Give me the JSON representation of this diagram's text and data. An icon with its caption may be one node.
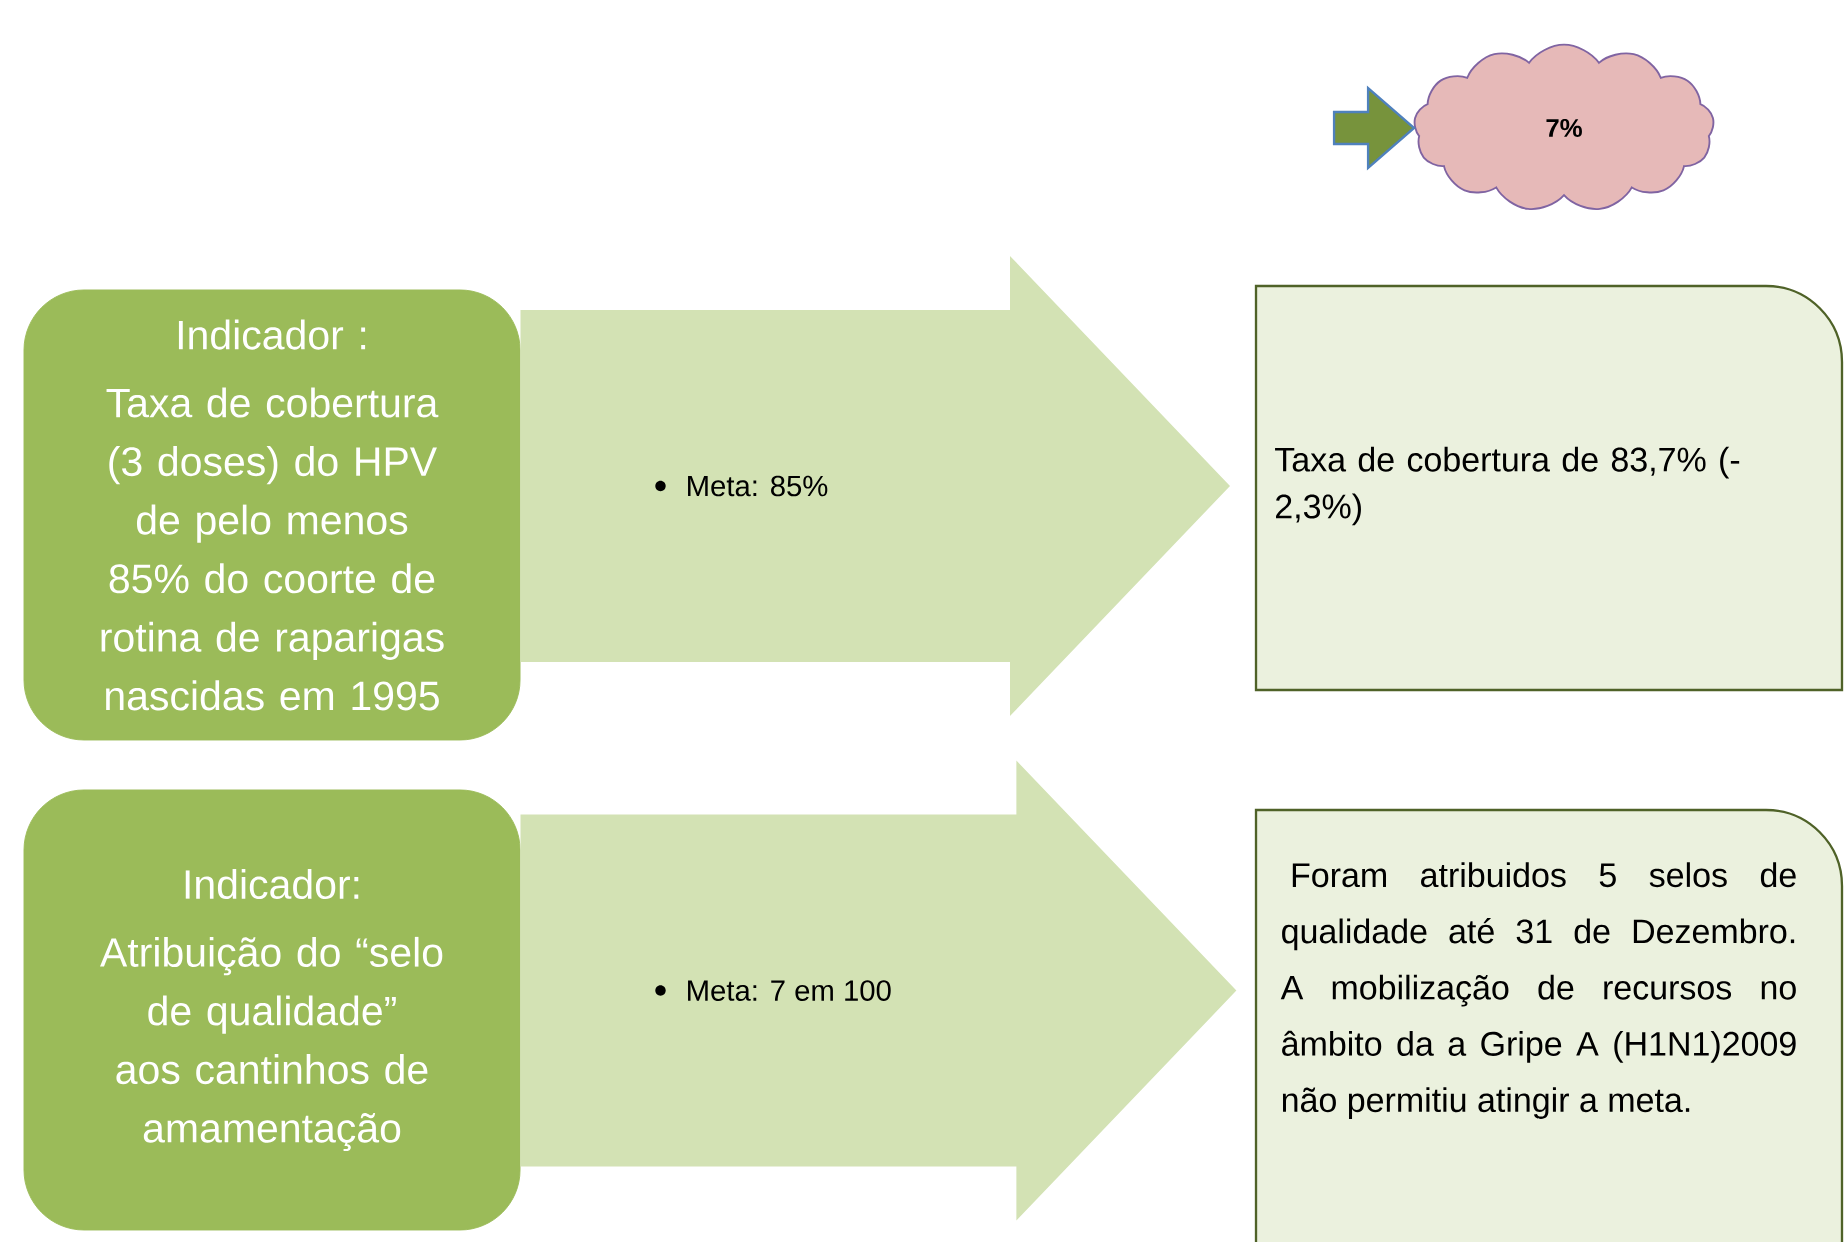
{
  "diagram": {
    "nodes": [
      {
        "text": [
          "7%"
        ]
      },
      {
        "text": [
          "Indicador :",
          "Taxa de cobertura (3 doses) do HPV de pelo menos 85% do coorte de rotina de raparigas nascidas em 1995"
        ]
      },
      {
        "text": [
          "Taxa de cobertura de 83,7% (- 2,3%)"
        ]
      },
      {
        "text": [
          "Indicador:",
          "Atribuição do “selo de qualidade” aos cantinhos de amamentação"
        ]
      },
      {
        "text": [
          "Foram atribuidos 5 selos de qualidade até 31 de Dezembro. A mobilização de recursos no âmbito da a Gripe A (H1N1)2009 não permitiu atingir a meta."
        ]
      }
    ],
    "edges": [
      {
        "from": null,
        "to": 0,
        "arrow": "to"
      },
      {
        "from": 1,
        "to": 2,
        "arrow": "to",
        "label": "Meta: 85%"
      },
      {
        "from": 3,
        "to": 4,
        "arrow": "to",
        "label": "Meta: 7 em 100"
      }
    ]
  }
}
